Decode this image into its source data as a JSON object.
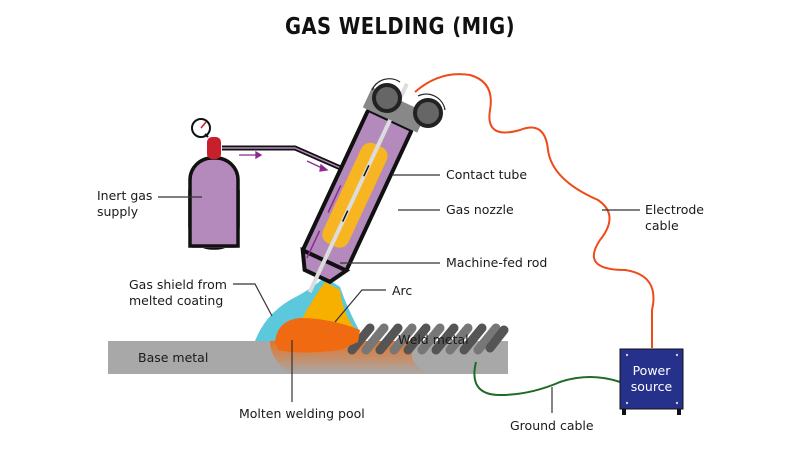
{
  "title": "GAS WELDING (MIG)",
  "labels": {
    "inert_gas": [
      "Inert gas",
      "supply"
    ],
    "contact_tube": "Contact tube",
    "gas_nozzle": "Gas nozzle",
    "electrode_cable": [
      "Electrode",
      "cable"
    ],
    "machine_fed_rod": "Machine-fed rod",
    "gas_shield": [
      "Gas shield from",
      "melted coating"
    ],
    "arc": "Arc",
    "weld_metal": "Weld metal",
    "base_metal": "Base metal",
    "molten_pool": "Molten welding pool",
    "power_source": [
      "Power",
      "source"
    ],
    "ground_cable": "Ground cable"
  },
  "colors": {
    "cylinder": "#b48abd",
    "valve": "#c8202a",
    "nozzle": "#b48abd",
    "contact_tube": "#f7b521",
    "gas_shield": "#5bc8dc",
    "arc": "#f7b000",
    "molten_pool": "#ef6a10",
    "base_metal": "#a8a8a8",
    "electrode_cable": "#ef4a18",
    "ground_cable": "#1f6b26",
    "power_source": "#26318c",
    "rollers": "#555555",
    "gas_flow_arrows": "#8b2a8f"
  }
}
